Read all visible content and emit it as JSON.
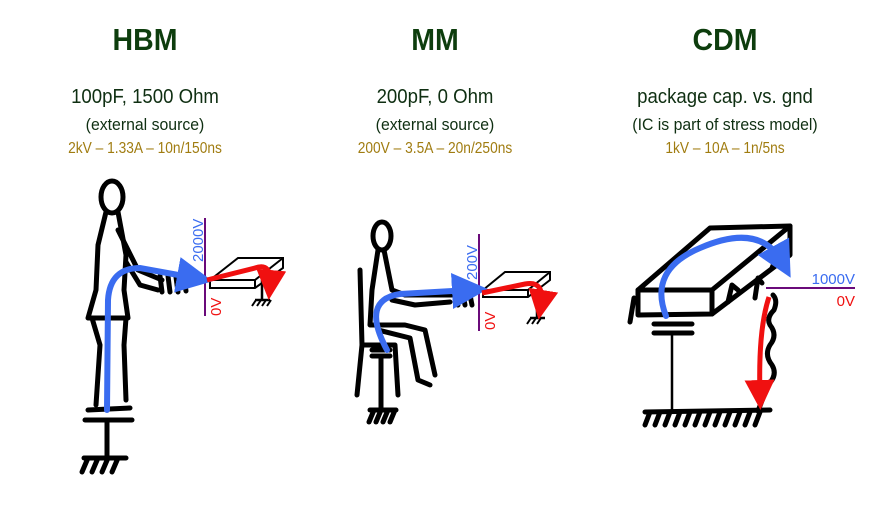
{
  "models": [
    {
      "id": "hbm",
      "title": "HBM",
      "params": "100pF, 1500 Ohm",
      "source": "(external source)",
      "specs": "2kV – 1.33A – 10n/150ns",
      "voltage_high": "2000V",
      "voltage_low": "0V"
    },
    {
      "id": "mm",
      "title": "MM",
      "params": "200pF, 0 Ohm",
      "source": "(external source)",
      "specs": "200V – 3.5A – 20n/250ns",
      "voltage_high": "200V",
      "voltage_low": "0V"
    },
    {
      "id": "cdm",
      "title": "CDM",
      "params": "package cap. vs. gnd",
      "source": "(IC is part of stress model)",
      "specs": "1kV – 10A – 1n/5ns",
      "voltage_high": "1000V",
      "voltage_low": "0V"
    }
  ],
  "colors": {
    "title": "#0d3d0d",
    "text": "#0f2f12",
    "specs": "#a07c10",
    "charge_path": "#3a6cf0",
    "discharge_path": "#f01010",
    "threshold_line": "#6a0a7a",
    "drawing": "#000000"
  }
}
